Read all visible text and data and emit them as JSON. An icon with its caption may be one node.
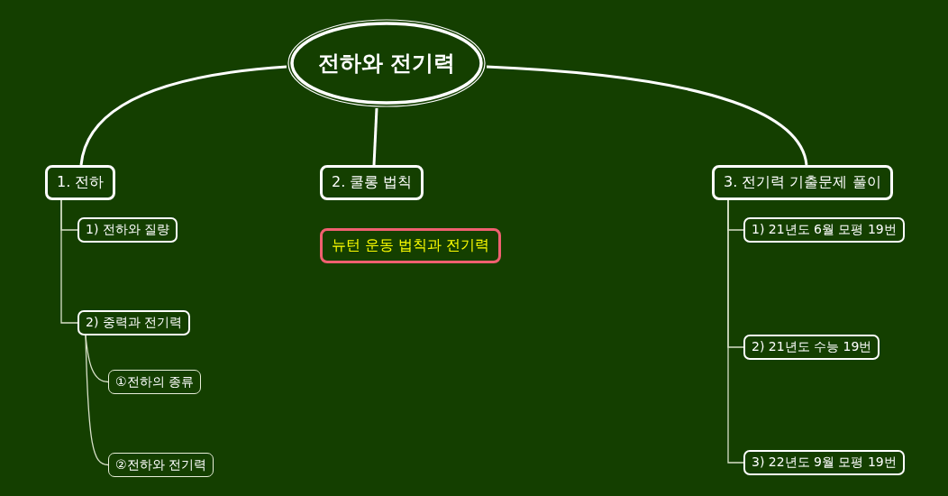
{
  "diagram": {
    "nodes": [
      {
        "text": [
          "전하와 전기력"
        ]
      },
      {
        "text": [
          "1. 전하"
        ]
      },
      {
        "text": [
          "2. 쿨롱 법칙"
        ]
      },
      {
        "text": [
          "3. 전기력 기출문제 풀이"
        ]
      },
      {
        "text": [
          "1) 전하와 질량"
        ]
      },
      {
        "text": [
          "2) 중력과 전기력"
        ]
      },
      {
        "text": [
          "①전하의 종류"
        ]
      },
      {
        "text": [
          "②전하와 전기력"
        ]
      },
      {
        "text": [
          "뉴턴 운동 법칙과 전기력"
        ]
      },
      {
        "text": [
          "1) 21년도 6월 모평 19번"
        ]
      },
      {
        "text": [
          "2) 21년도 수능 19번"
        ]
      },
      {
        "text": [
          "3) 22년도 9월 모평 19번"
        ]
      }
    ],
    "edges": [
      {
        "from": 0,
        "to": 1,
        "arrow": "none",
        "style": "thick"
      },
      {
        "from": 0,
        "to": 2,
        "arrow": "none",
        "style": "thick"
      },
      {
        "from": 0,
        "to": 3,
        "arrow": "none",
        "style": "thick"
      },
      {
        "from": 1,
        "to": 4,
        "arrow": "none"
      },
      {
        "from": 1,
        "to": 5,
        "arrow": "none"
      },
      {
        "from": 5,
        "to": 6,
        "arrow": "none"
      },
      {
        "from": 5,
        "to": 7,
        "arrow": "none"
      },
      {
        "from": 3,
        "to": 9,
        "arrow": "none"
      },
      {
        "from": 3,
        "to": 10,
        "arrow": "none"
      },
      {
        "from": 3,
        "to": 11,
        "arrow": "none"
      }
    ]
  }
}
